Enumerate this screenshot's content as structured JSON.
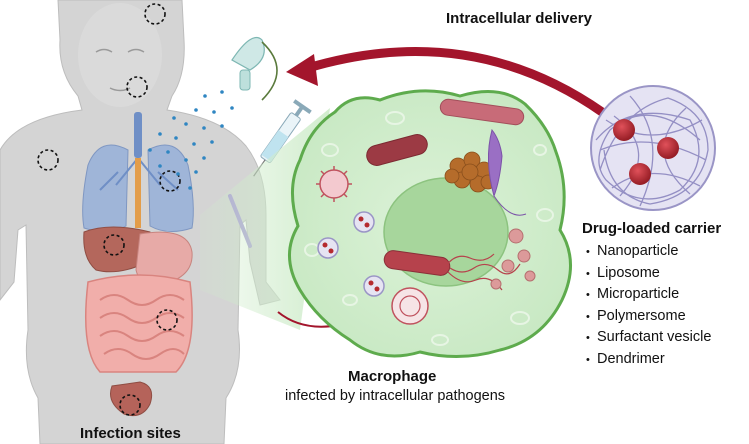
{
  "labels": {
    "delivery": "Intracellular delivery",
    "carrier_title": "Drug-loaded carrier",
    "macrophage_title": "Macrophage",
    "macrophage_subtitle": "infected by intracellular pathogens",
    "infection_sites": "Infection sites"
  },
  "carrier_types": [
    "Nanoparticle",
    "Liposome",
    "Microparticle",
    "Polymersome",
    "Surfactant vesicle",
    "Dendrimer"
  ],
  "icons": [
    "human-body-icon",
    "lungs-icon",
    "liver-icon",
    "stomach-icon",
    "intestine-icon",
    "bladder-icon",
    "nebulizer-mask-icon",
    "syringe-icon",
    "catheter-icon",
    "macrophage-cell-icon",
    "nucleus-icon",
    "bacterium-icon",
    "virus-icon",
    "parasite-icon",
    "fungus-icon",
    "nanoparticle-carrier-icon",
    "delivery-arrow-icon",
    "infection-site-marker-icon"
  ],
  "colors": {
    "arrow": "#a3152c",
    "cell_fill": "#cfeccb",
    "cell_border": "#5eab4d",
    "body": "#d4d4d4",
    "lungs": "#9fb5d8",
    "intestine": "#f1aeaa",
    "carrier_strands": "#9a95c6",
    "carrier_cores": "#b52a2f"
  }
}
